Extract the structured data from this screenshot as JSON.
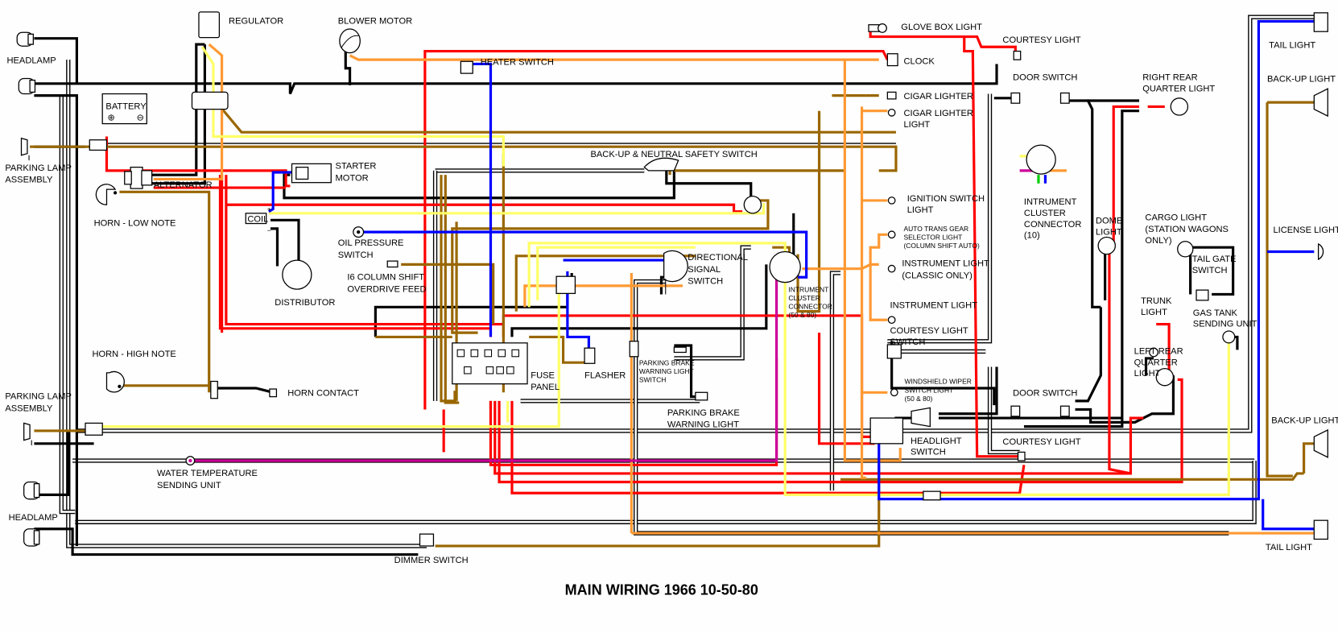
{
  "title": "MAIN WIRING 1966 10-50-80",
  "wire_colors": {
    "red": "#ff0000",
    "black": "#000000",
    "brown": "#996600",
    "orange": "#ff9933",
    "yellow": "#ffff66",
    "blue": "#0000ff",
    "purple": "#cc0099",
    "green": "#00cc00",
    "white": "#ffffff"
  },
  "labels": {
    "headlamp_top": "HEADLAMP",
    "parking_lamp_top": [
      "PARKING LAMP",
      "ASSEMBLY"
    ],
    "regulator": "REGULATOR",
    "blower_motor": "BLOWER MOTOR",
    "battery": "BATTERY",
    "heater_switch": "HEATER SWITCH",
    "alternator": "ALTERNATOR",
    "starter_motor": [
      "STARTER",
      "MOTOR"
    ],
    "horn_low": "HORN - LOW NOTE",
    "coil": "COIL",
    "distributor": "DISTRIBUTOR",
    "oil_pressure": [
      "OIL PRESSURE",
      "SWITCH"
    ],
    "overdrive_feed": [
      "I6 COLUMN SHIFT",
      "OVERDRIVE FEED"
    ],
    "backup_neutral": "BACK-UP & NEUTRAL SAFETY SWITCH",
    "directional": [
      "DIRECTIONAL",
      "SIGNAL",
      "SWITCH"
    ],
    "cluster_connector_50_80": [
      "INTRUMENT",
      "CLUSTER",
      "CONNECTOR",
      "(50 & 80)"
    ],
    "horn_high": "HORN - HIGH NOTE",
    "horn_contact": "HORN CONTACT",
    "fuse_panel": [
      "FUSE",
      "PANEL"
    ],
    "flasher": "FLASHER",
    "parking_brake_switch": [
      "PARKING BRAKE",
      "WARNING LIGHT",
      "SWITCH"
    ],
    "parking_brake_light": [
      "PARKING BRAKE",
      "WARNING LIGHT"
    ],
    "parking_lamp_bottom": [
      "PARKING LAMP",
      "ASSEMBLY"
    ],
    "water_temp": [
      "WATER TEMPERATURE",
      "SENDING UNIT"
    ],
    "headlamp_bottom": "HEADLAMP",
    "dimmer_switch": "DIMMER SWITCH",
    "glove_box": "GLOVE BOX LIGHT",
    "clock": "CLOCK",
    "cigar_lighter": "CIGAR LIGHTER",
    "cigar_lighter_light": [
      "CIGAR LIGHTER",
      "LIGHT"
    ],
    "ignition_light": [
      "IGNITION SWITCH",
      "LIGHT"
    ],
    "auto_trans": [
      "AUTO TRANS GEAR",
      "SELECTOR LIGHT",
      "(COLUMN SHIFT AUTO)"
    ],
    "instrument_light_classic": [
      "INSTRUMENT LIGHT",
      "(CLASSIC ONLY)"
    ],
    "instrument_light": "INSTRUMENT LIGHT",
    "courtesy_switch": [
      "COURTESY LIGHT",
      "SWITCH"
    ],
    "wiper_light": [
      "WINDSHIELD WIPER",
      "SWITCH LIGHT",
      "(50 & 80)"
    ],
    "headlight_switch": [
      "HEADLIGHT",
      "SWITCH"
    ],
    "courtesy_top": "COURTESY LIGHT",
    "door_switch_top": "DOOR SWITCH",
    "cluster_connector_10": [
      "INTRUMENT",
      "CLUSTER",
      "CONNECTOR",
      "(10)"
    ],
    "dome_light": [
      "DOME",
      "LIGHT"
    ],
    "door_switch_bottom": "DOOR SWITCH",
    "courtesy_bottom": "COURTESY LIGHT",
    "right_rear": [
      "RIGHT REAR",
      "QUARTER LIGHT"
    ],
    "cargo_light": [
      "CARGO LIGHT",
      "(STATION WAGONS",
      "ONLY)"
    ],
    "tail_gate": [
      "TAIL GATE",
      "SWITCH"
    ],
    "trunk_light": [
      "TRUNK",
      "LIGHT"
    ],
    "left_rear": [
      "LEFT REAR",
      "QUARTER",
      "LIGHT"
    ],
    "gas_tank": [
      "GAS TANK",
      "SENDING UNIT"
    ],
    "tail_light_top": "TAIL LIGHT",
    "backup_light_top": "BACK-UP LIGHT",
    "license_light": "LICENSE LIGHT",
    "backup_light_bottom": "BACK-UP LIGHT",
    "tail_light_bottom": "TAIL LIGHT"
  }
}
